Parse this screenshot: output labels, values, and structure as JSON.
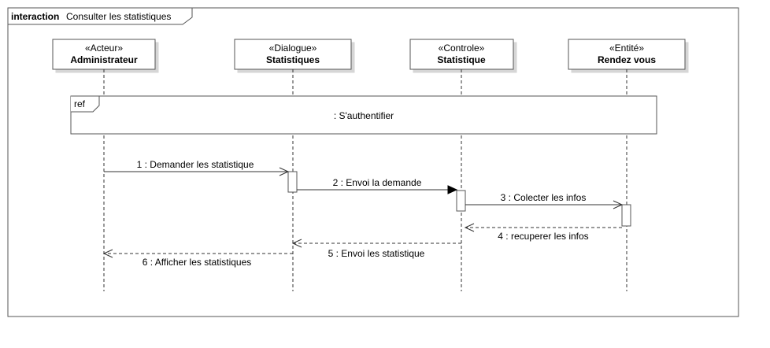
{
  "frame": {
    "keyword": "interaction",
    "name": "Consulter les statistiques"
  },
  "lifelines": [
    {
      "id": "admin",
      "stereotype": "«Acteur»",
      "name": "Administrateur"
    },
    {
      "id": "dialog",
      "stereotype": "«Dialogue»",
      "name": "Statistiques"
    },
    {
      "id": "ctrl",
      "stereotype": "«Controle»",
      "name": "Statistique"
    },
    {
      "id": "entity",
      "stereotype": "«Entité»",
      "name": "Rendez vous"
    }
  ],
  "ref": {
    "label": "ref",
    "text": ": S'authentifier"
  },
  "messages": [
    {
      "label": "1 : Demander les statistique",
      "from": "admin",
      "to": "dialog",
      "kind": "async"
    },
    {
      "label": "2 : Envoi la demande",
      "from": "dialog",
      "to": "ctrl",
      "kind": "sync"
    },
    {
      "label": "3 : Colecter les infos",
      "from": "ctrl",
      "to": "entity",
      "kind": "async"
    },
    {
      "label": "4 : recuperer les infos",
      "from": "entity",
      "to": "ctrl",
      "kind": "reply"
    },
    {
      "label": "5 : Envoi les statistique",
      "from": "ctrl",
      "to": "dialog",
      "kind": "reply"
    },
    {
      "label": "6 : Afficher les statistiques",
      "from": "dialog",
      "to": "admin",
      "kind": "reply"
    }
  ]
}
